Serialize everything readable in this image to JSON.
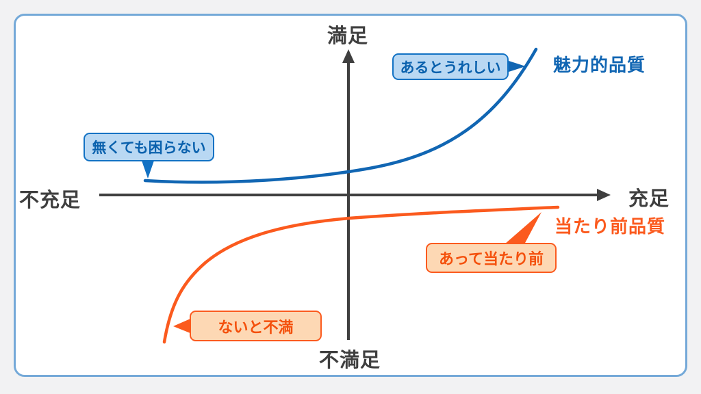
{
  "axis_labels": {
    "top": "満足",
    "bottom": "不満足",
    "left": "不充足",
    "right": "充足"
  },
  "series": {
    "attractive": {
      "label": "魅力的品質",
      "color": "#1166b3",
      "callout_high": "あるとうれしい",
      "callout_low": "無くても困らない"
    },
    "must_be": {
      "label": "当たり前品質",
      "color": "#fb5a1e",
      "callout_high": "あって当たり前",
      "callout_low": "ないと不満"
    }
  },
  "colors": {
    "page_background": "#f2f2f3",
    "panel_background": "#ffffff",
    "panel_border": "#74a9d8",
    "axis": "#3f3f3f",
    "attractive_line": "#1166b3",
    "attractive_bubble_fill": "#b9d8f3",
    "attractive_bubble_border": "#1272c4",
    "attractive_bubble_text": "#0a61ad",
    "must_be_line": "#fb5a1e",
    "must_be_bubble_fill": "#fdd8b4",
    "must_be_bubble_text": "#f4500c"
  }
}
